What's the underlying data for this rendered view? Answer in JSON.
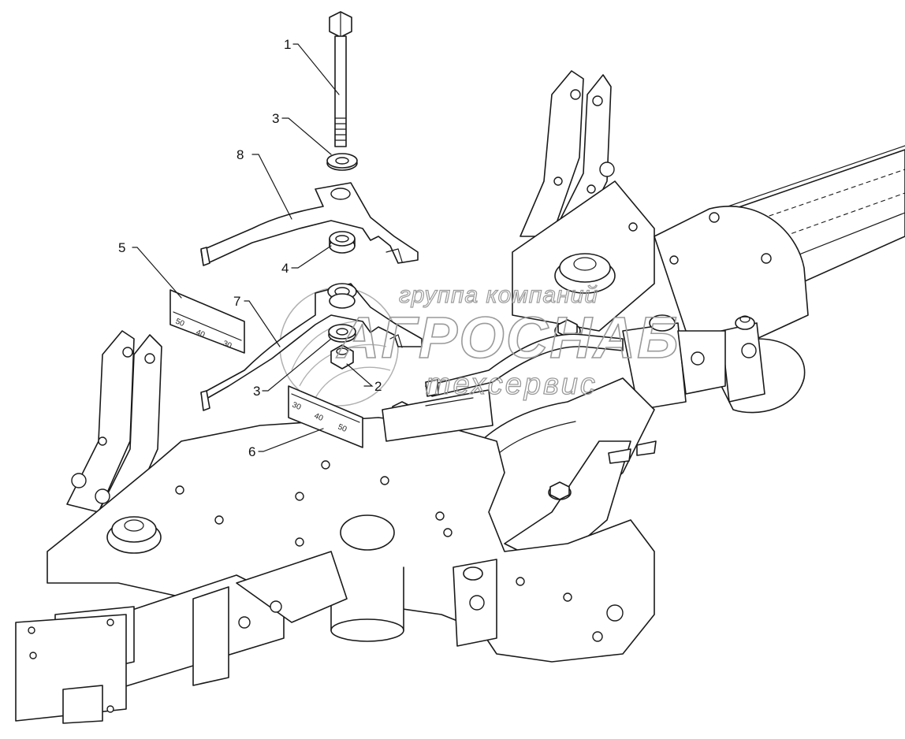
{
  "callouts": [
    {
      "id": "1",
      "label": "1"
    },
    {
      "id": "2",
      "label": "2"
    },
    {
      "id": "3a",
      "label": "3"
    },
    {
      "id": "3b",
      "label": "3"
    },
    {
      "id": "4",
      "label": "4"
    },
    {
      "id": "5",
      "label": "5"
    },
    {
      "id": "6",
      "label": "6"
    },
    {
      "id": "7",
      "label": "7"
    },
    {
      "id": "8",
      "label": "8"
    }
  ],
  "scale_plate_5": {
    "ticks": [
      "50",
      "40",
      "30"
    ]
  },
  "scale_plate_6": {
    "ticks": [
      "30",
      "40",
      "50"
    ]
  },
  "watermark": {
    "line1": "группа компаний",
    "line2": "АГРОСНАБ",
    "line3": "техсервис"
  },
  "colors": {
    "line": "#1a1a1a",
    "watermark": "#9a9a9a",
    "background": "#ffffff"
  }
}
